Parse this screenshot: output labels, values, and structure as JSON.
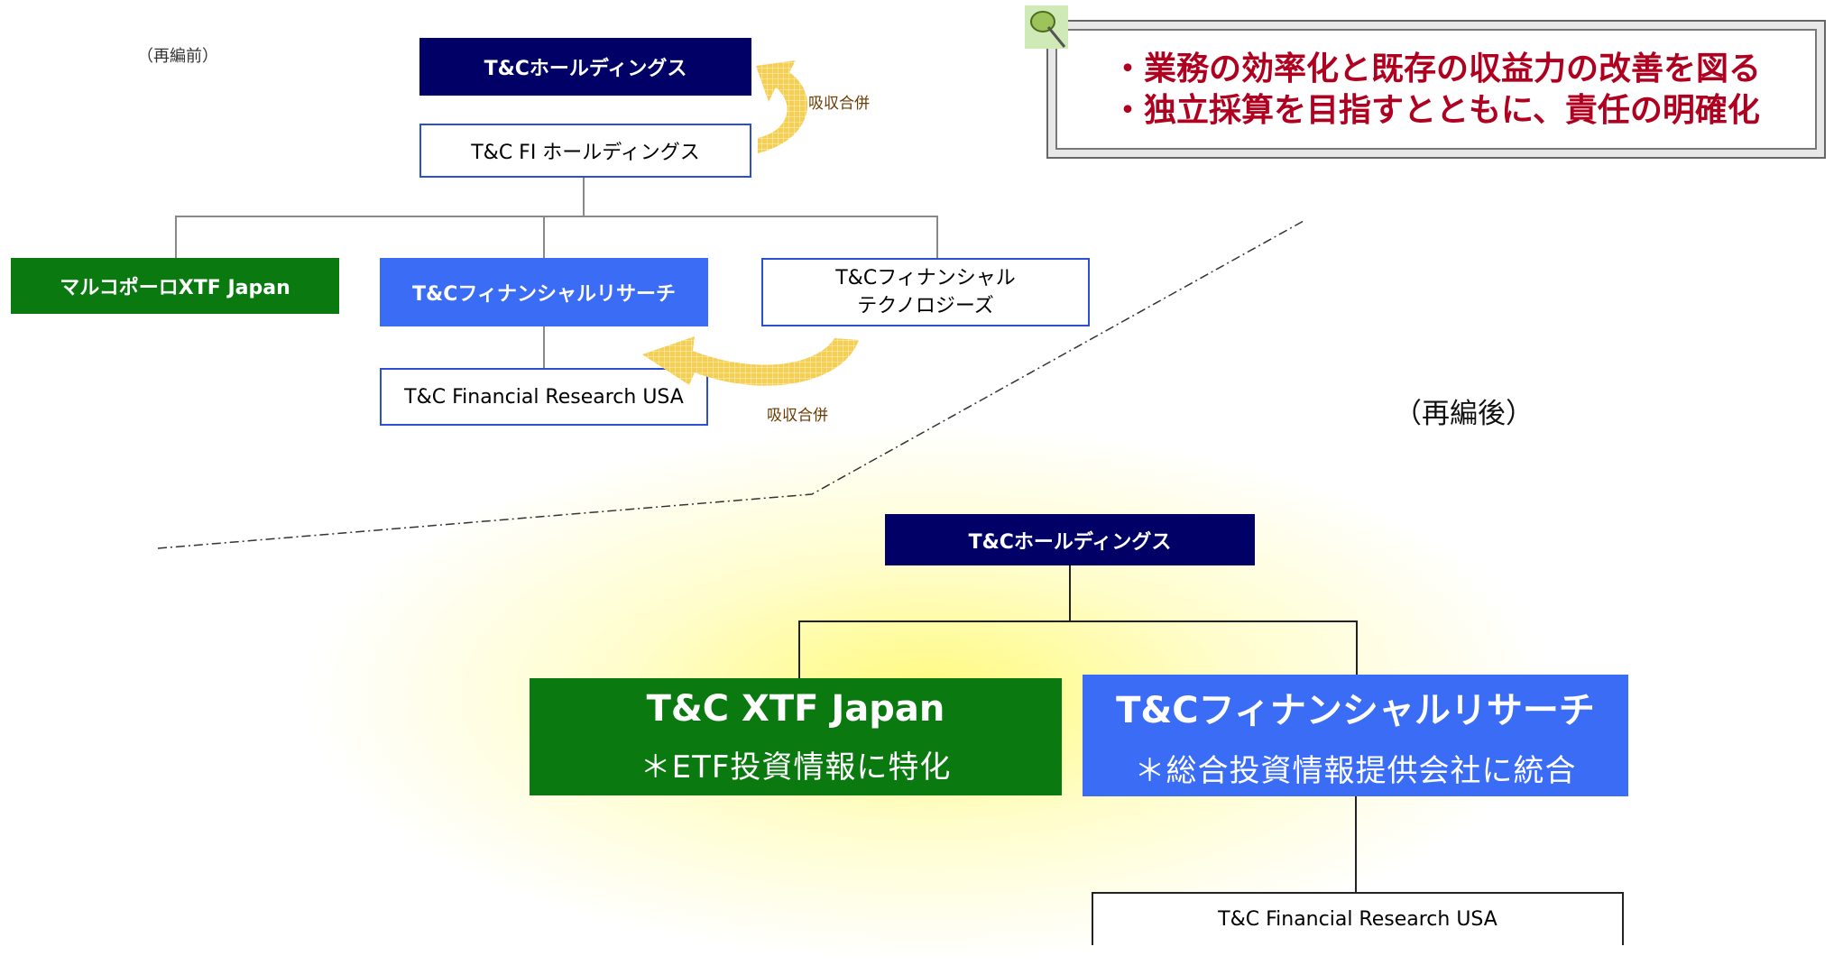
{
  "before": {
    "heading": "（再編前）",
    "holdings": "T&Cホールディングス",
    "fi_holdings": "T&C FI ホールディングス",
    "merge_label_top": "吸収合併",
    "marco_polo": "マルコポーロXTF Japan",
    "financial_research": "T&Cフィナンシャルリサーチ",
    "financial_tech_line1": "T&Cフィナンシャル",
    "financial_tech_line2": "テクノロジーズ",
    "fr_usa": "T&C Financial Research USA",
    "merge_label_bottom": "吸収合併"
  },
  "callout": {
    "line1": "・業務の効率化と既存の収益力の改善を図る",
    "line2": "・独立採算を目指すとともに、責任の明確化"
  },
  "after": {
    "heading": "（再編後）",
    "holdings": "T&Cホールディングス",
    "xtf_title": "T&C XTF Japan",
    "xtf_sub": "＊ETF投資情報に特化",
    "fr_title": "T&Cフィナンシャルリサーチ",
    "fr_sub": "＊総合投資情報提供会社に統合",
    "fr_usa": "T&C Financial Research USA"
  },
  "colors": {
    "navy": "#000066",
    "green": "#0a7a10",
    "blue": "#3a6cf5",
    "callout_text": "#b00020",
    "merge_arrow": "#f2c64a"
  },
  "icons": {
    "pin": "pushpin-icon"
  }
}
